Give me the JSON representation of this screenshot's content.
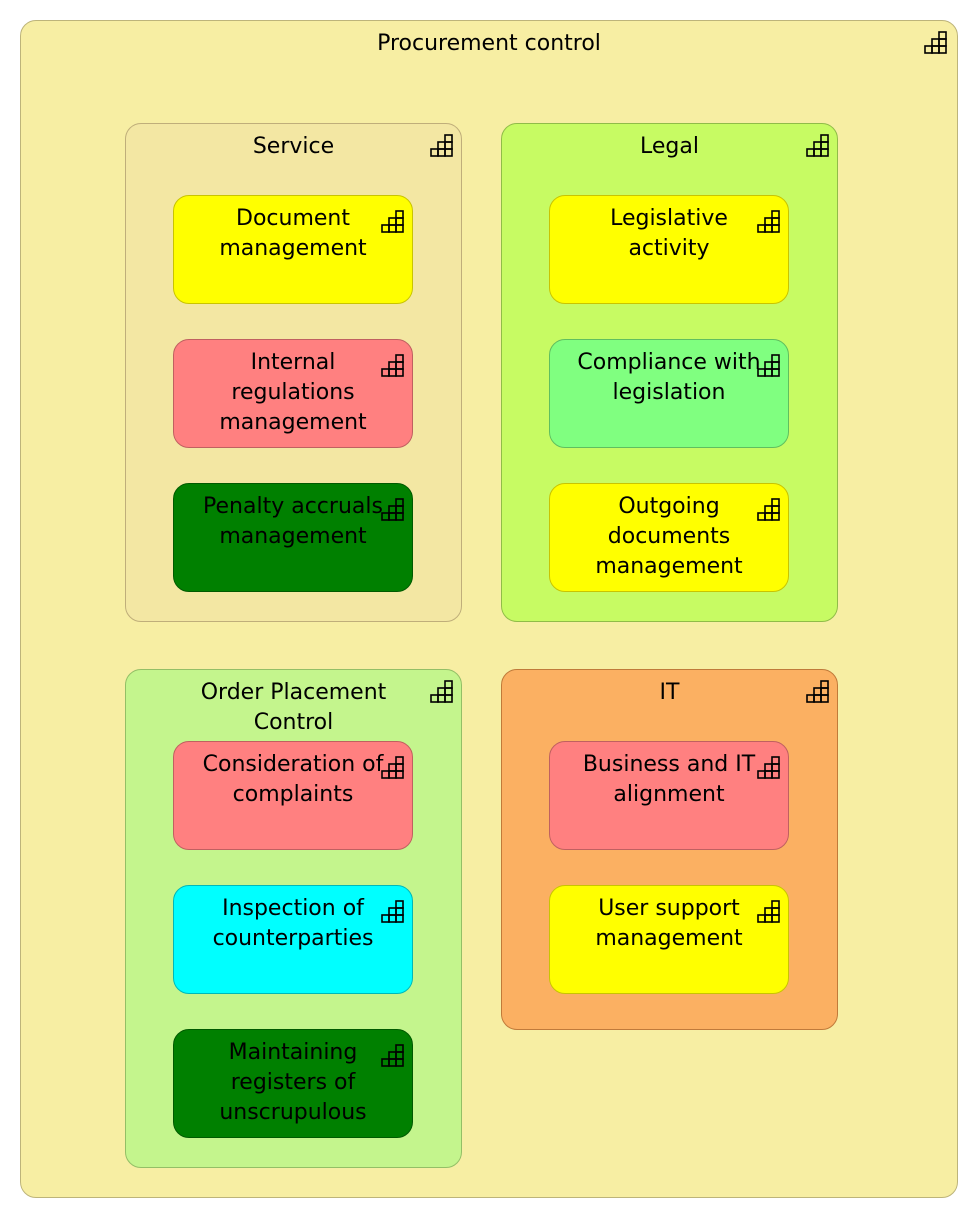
{
  "diagram": {
    "title": "Procurement control",
    "icon": "capability-icon",
    "groups": [
      {
        "id": "service",
        "label": "Service",
        "color": "#f3e7a3",
        "border": "#bfae7a",
        "items": [
          {
            "label": "Document management",
            "color": "#ffff00",
            "border": "#c9c400"
          },
          {
            "label": "Internal regulations management",
            "color": "#ff8080",
            "border": "#c06060"
          },
          {
            "label": "Penalty accruals management",
            "color": "#008000",
            "border": "#005a00"
          }
        ]
      },
      {
        "id": "legal",
        "label": "Legal",
        "color": "#c7fb63",
        "border": "#90bc48",
        "items": [
          {
            "label": "Legislative activity",
            "color": "#ffff00",
            "border": "#c9c400"
          },
          {
            "label": "Compliance with legislation",
            "color": "#80ff80",
            "border": "#5fbf5f"
          },
          {
            "label": "Outgoing documents management",
            "color": "#ffff00",
            "border": "#c9c400"
          }
        ]
      },
      {
        "id": "order",
        "label": "Order Placement Control",
        "color": "#c4f58d",
        "border": "#93bf66",
        "items": [
          {
            "label": "Consideration of complaints",
            "color": "#ff8080",
            "border": "#c06060"
          },
          {
            "label": "Inspection of counterparties",
            "color": "#00ffff",
            "border": "#00b8b8"
          },
          {
            "label": "Maintaining registers of unscrupulous",
            "color": "#008000",
            "border": "#005a00"
          }
        ]
      },
      {
        "id": "it",
        "label": "IT",
        "color": "#fbb062",
        "border": "#c07a3a",
        "items": [
          {
            "label": "Business and IT alignment",
            "color": "#ff8080",
            "border": "#c06060"
          },
          {
            "label": "User support management",
            "color": "#ffff00",
            "border": "#c9c400"
          }
        ]
      }
    ]
  }
}
